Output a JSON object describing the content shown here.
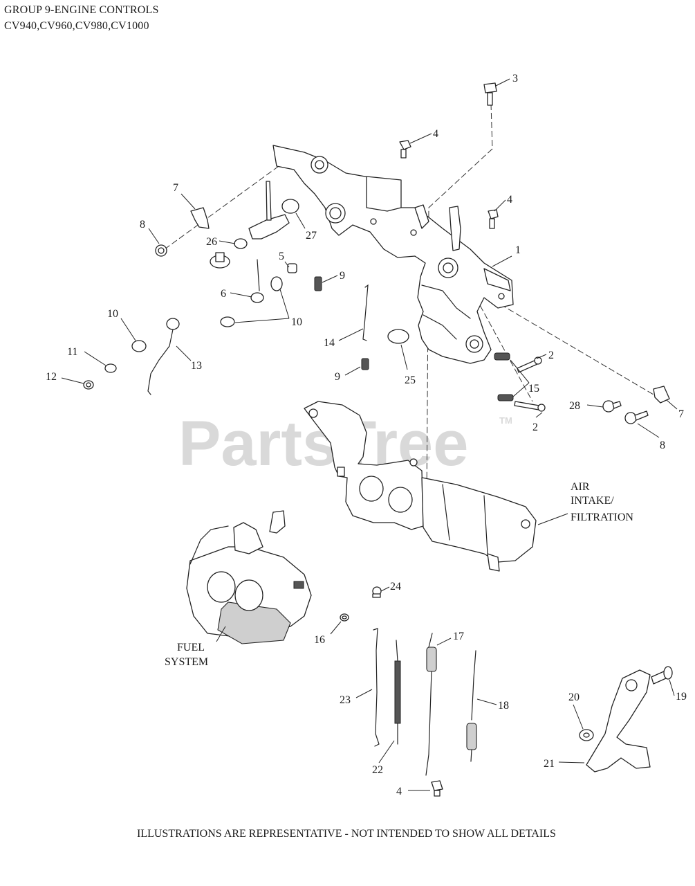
{
  "header": {
    "title": "GROUP 9-ENGINE CONTROLS",
    "models": "CV940,CV960,CV980,CV1000"
  },
  "watermark": {
    "text": "PartsTree",
    "tm": "TM"
  },
  "callouts": {
    "c1": "1",
    "c2a": "2",
    "c2b": "2",
    "c3": "3",
    "c4a": "4",
    "c4b": "4",
    "c4c": "4",
    "c5": "5",
    "c6": "6",
    "c7a": "7",
    "c7b": "7",
    "c8a": "8",
    "c8b": "8",
    "c9a": "9",
    "c9b": "9",
    "c10a": "10",
    "c10b": "10",
    "c11": "11",
    "c12": "12",
    "c13": "13",
    "c14": "14",
    "c15": "15",
    "c16": "16",
    "c17": "17",
    "c18": "18",
    "c19": "19",
    "c20": "20",
    "c21": "21",
    "c22": "22",
    "c23": "23",
    "c24": "24",
    "c25": "25",
    "c26": "26",
    "c27": "27",
    "c28": "28"
  },
  "references": {
    "air_line1": "AIR",
    "air_line2": "INTAKE/",
    "air_line3": "FILTRATION",
    "fuel_line1": "FUEL",
    "fuel_line2": "SYSTEM"
  },
  "footer": "ILLUSTRATIONS ARE REPRESENTATIVE - NOT INTENDED TO SHOW ALL DETAILS"
}
